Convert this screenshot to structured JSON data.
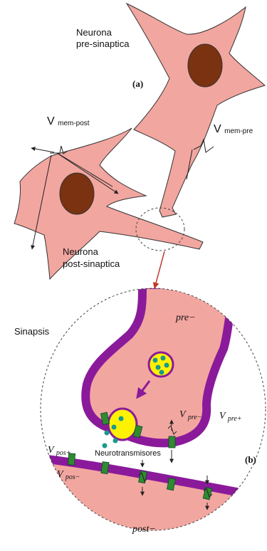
{
  "labels": {
    "pre_neuron_line1": "Neurona",
    "pre_neuron_line2": "pre-sinaptica",
    "post_neuron_line1": "Neurona",
    "post_neuron_line2": "post-sinaptica",
    "panel_a": "(a)",
    "panel_b": "(b)",
    "v_mem_post_main": "V",
    "v_mem_post_sub": "mem-post",
    "v_mem_pre_main": "V",
    "v_mem_pre_sub": "mem-pre",
    "sinapsis": "Sinapsis",
    "pre_minus": "pre−",
    "post_minus": "post−",
    "v_pre_minus_main": "V",
    "v_pre_minus_sub": "pre−",
    "v_pre_plus_main": "V",
    "v_pre_plus_sub": "pre+",
    "v_pos_plus_main": "V",
    "v_pos_plus_sub": "pos+",
    "v_pos_minus_main": "V",
    "v_pos_minus_sub": "pos−",
    "neurotransmisores": "Neurotransmisores"
  },
  "colors": {
    "cell_fill": "#F2A6A0",
    "nucleus_fill": "#7A3210",
    "membrane": "#8B1A9B",
    "channel": "#2E8B2E",
    "vesicle_fill": "#FFF200",
    "neurotransmitter": "#1A9A8A",
    "arrow_red": "#C0392B"
  }
}
